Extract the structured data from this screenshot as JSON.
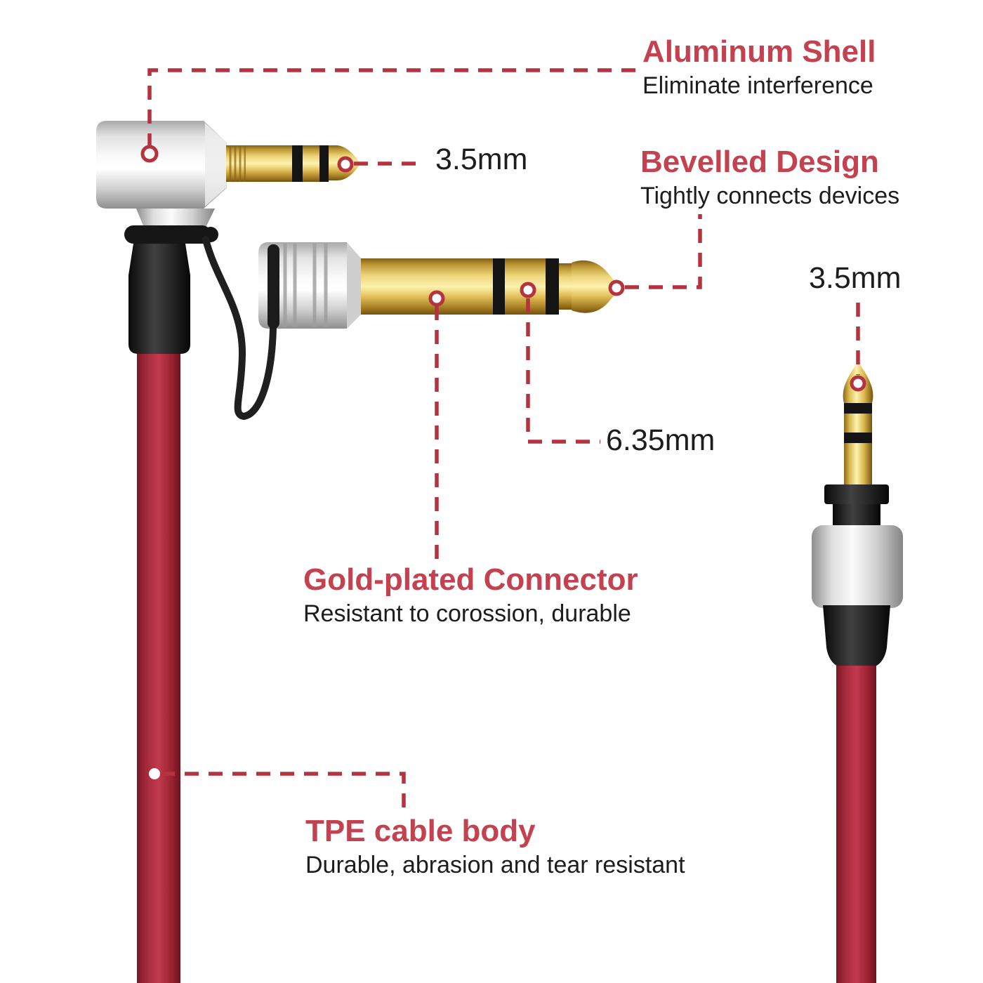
{
  "colors": {
    "background": "#ffffff",
    "heading_red": "#c4414f",
    "leader_line_red": "#b5323f",
    "body_text": "#1d1d1d",
    "cable_red": "#b23347",
    "gold": "#e3c267",
    "silver": "#d9d9d9",
    "black_parts": "#1a1a1a"
  },
  "annotations": {
    "aluminum_shell": {
      "title": "Aluminum Shell",
      "subtitle": "Eliminate interference"
    },
    "bevelled_design": {
      "title": "Bevelled Design",
      "subtitle": "Tightly connects devices"
    },
    "gold_plated": {
      "title": "Gold-plated Connector",
      "subtitle": "Resistant to corossion, durable"
    },
    "tpe_cable": {
      "title": "TPE cable body",
      "subtitle": "Durable, abrasion and tear resistant"
    }
  },
  "measurements": {
    "left_plug_diameter": "3.5mm",
    "right_plug_diameter": "3.5mm",
    "adapter_diameter": "6.35mm"
  }
}
